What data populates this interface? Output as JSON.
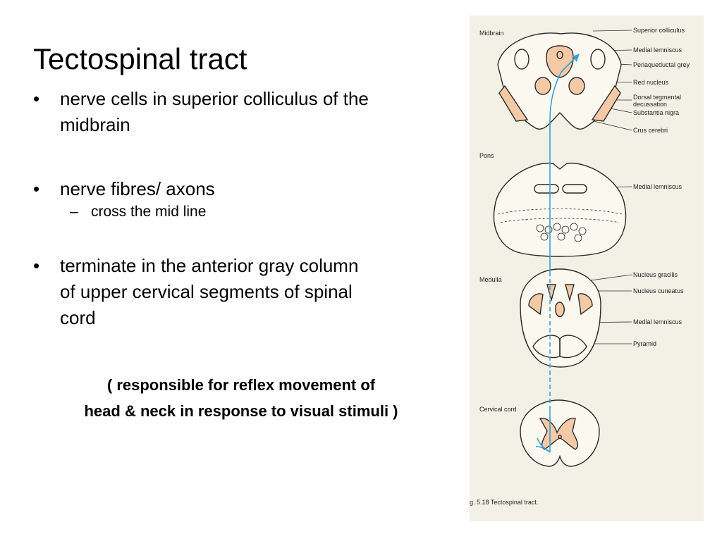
{
  "slide": {
    "title": "Tectospinal tract",
    "bullets": [
      {
        "marker": "•",
        "text_lines": [
          "nerve cells in superior colliculus of the",
          "midbrain"
        ]
      },
      {
        "marker": "•",
        "text_lines": [
          "nerve fibres/ axons"
        ]
      },
      {
        "marker": "–",
        "text_lines": [
          "cross the mid line"
        ]
      },
      {
        "marker": "•",
        "text_lines": [
          "terminate in the anterior gray column",
          "of upper cervical segments of spinal",
          "cord"
        ]
      }
    ],
    "note_lines": [
      "( responsible for reflex movement of",
      "head & neck in response to visual stimuli )"
    ]
  },
  "figure": {
    "section_labels": {
      "midbrain": "Midbrain",
      "pons": "Pons",
      "medulla": "Medulla",
      "cervical": "Cervical cord"
    },
    "callouts": {
      "superior_colliculus": "Superior colliculus",
      "medial_lemniscus_midbrain": "Medial lemniscus",
      "periaqueductal_grey": "Periaqueductal grey",
      "red_nucleus": "Red nucleus",
      "dorsal_tegmental_1": "Dorsal tegmental",
      "dorsal_tegmental_2": "decussation",
      "substantia_nigra": "Substantia nigra",
      "crus_cerebri": "Crus cerebri",
      "medial_lemniscus_pons": "Medial lemniscus",
      "nucleus_gracilis": "Nucleus gracilis",
      "nucleus_cuneatus": "Nucleus cuneatus",
      "medial_lemniscus_medulla": "Medial lemniscus",
      "pyramid": "Pyramid"
    },
    "caption": "g. 5.18  Tectospinal tract.",
    "colors": {
      "tract": "#3aa0d8",
      "nucleus_fill": "#f4c9a6",
      "outline": "#2a2a2a",
      "background": "#f3f0e6"
    }
  }
}
